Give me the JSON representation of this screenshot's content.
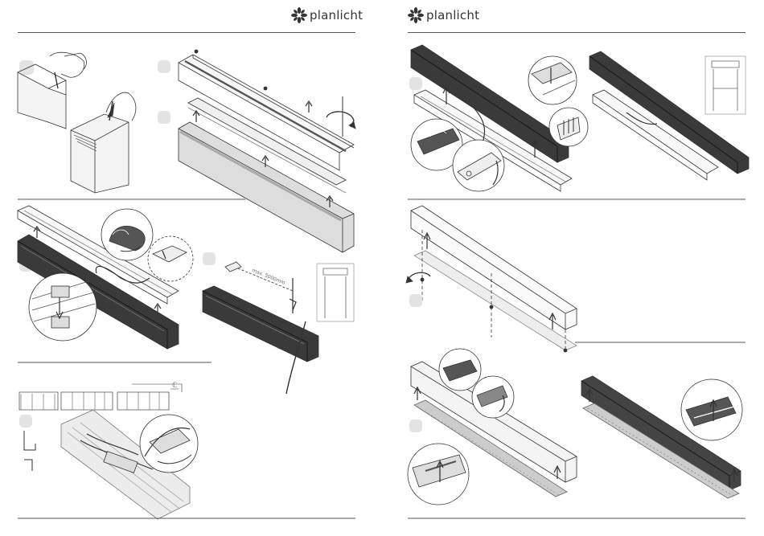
{
  "brand": {
    "name": "planlicht",
    "logo_icon": "planlicht-flower-logo-icon"
  },
  "left_page": {
    "dimension_label": "max. 5000mm",
    "temperature_mark": "ℂ"
  },
  "colors": {
    "rule": "#555555",
    "line_art": "#333333",
    "badge": "#e3e3e3",
    "profile_dark": "#3a3a3a"
  }
}
